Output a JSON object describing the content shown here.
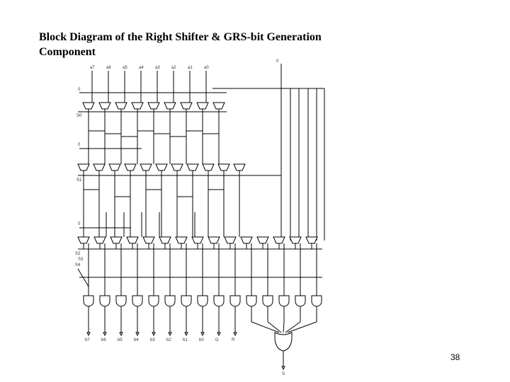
{
  "slide": {
    "title": "Block Diagram of the Right Shifter & GRS-bit Generation Component",
    "page_number": "38"
  },
  "diagram": {
    "input_labels": [
      "a7",
      "a6",
      "a5",
      "a4",
      "a3",
      "a2",
      "a1",
      "a0"
    ],
    "top_right_label": "0",
    "row_zero_labels": [
      "0",
      "0",
      "0"
    ],
    "select_labels": [
      "S0",
      "S1",
      "S2",
      "S3",
      "S4"
    ],
    "output_labels": [
      "b7",
      "b6",
      "b5",
      "b4",
      "b3",
      "b2",
      "b1",
      "b0",
      "G",
      "R"
    ],
    "sticky_label": "S",
    "mux_counts": [
      9,
      11,
      15
    ],
    "and_gate_count": 15
  }
}
